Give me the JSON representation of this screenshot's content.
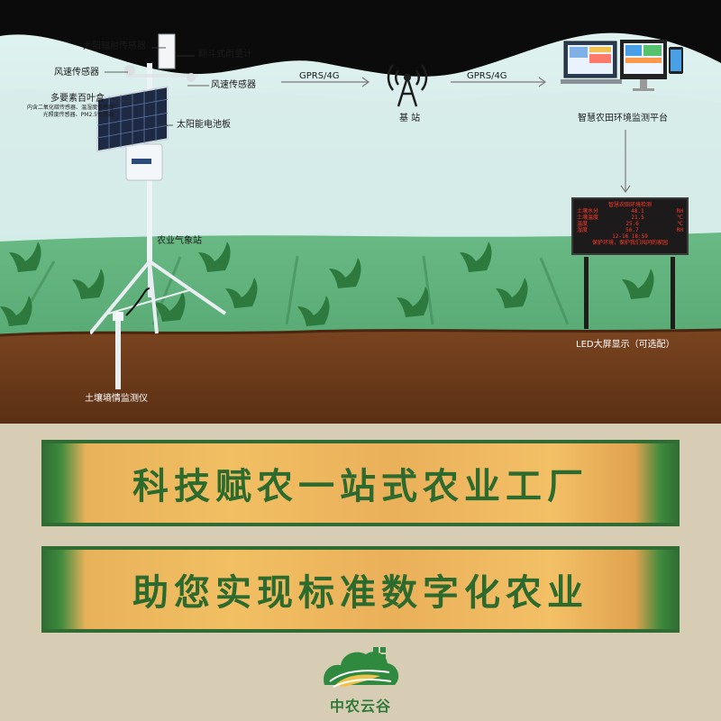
{
  "labels": {
    "solar_radiation_sensor": "太阳辐射传感器",
    "rain_gauge": "翻斗式雨量计",
    "wind_speed_sensor_left": "风速传感器",
    "wind_speed_sensor_right": "风速传感器",
    "multi_element_box": "多要素百叶盒",
    "multi_element_box_detail_1": "内含二氧化碳传感器、温湿度传感器",
    "multi_element_box_detail_2": "光照度传感器、PM2.5传感器",
    "solar_panel": "太阳能电池板",
    "weather_station": "农业气象站",
    "soil_monitor": "土壤墒情监测仪",
    "gprs_1": "GPRS/4G",
    "gprs_2": "GPRS/4G",
    "base_station": "基 站",
    "platform": "智慧农田环境监测平台",
    "led_display": "LED大屏显示（可选配）"
  },
  "led_panel": {
    "title": "智慧农田环境检测",
    "rows": [
      {
        "name": "土壤水分",
        "value": "48.1",
        "unit": "RH"
      },
      {
        "name": "土壤温度",
        "value": "21.5",
        "unit": "℃"
      },
      {
        "name": "温度",
        "value": "25.6",
        "unit": "℃"
      },
      {
        "name": "湿度",
        "value": "56.7",
        "unit": "RH"
      }
    ],
    "time": "12-16 18:59",
    "slogan": "保护环境，保护我们共同的家园"
  },
  "banners": {
    "line1": "科技赋农一站式农业工厂",
    "line2": "助您实现标准数字化农业"
  },
  "brand": {
    "name": "中农云谷"
  },
  "colors": {
    "sky_dark": "#0b0b0b",
    "mist": "#cfe8e6",
    "grass": "#4fa56a",
    "soil": "#6b3a1a",
    "banner_wood": "#f2bf63",
    "banner_text": "#2d6a2d",
    "brand_green": "#2f7a3a"
  },
  "icons": [
    "signal-tower-icon",
    "computer-monitors-icon",
    "arrow-right-icon",
    "arrow-down-icon",
    "leaf-logo-icon"
  ]
}
